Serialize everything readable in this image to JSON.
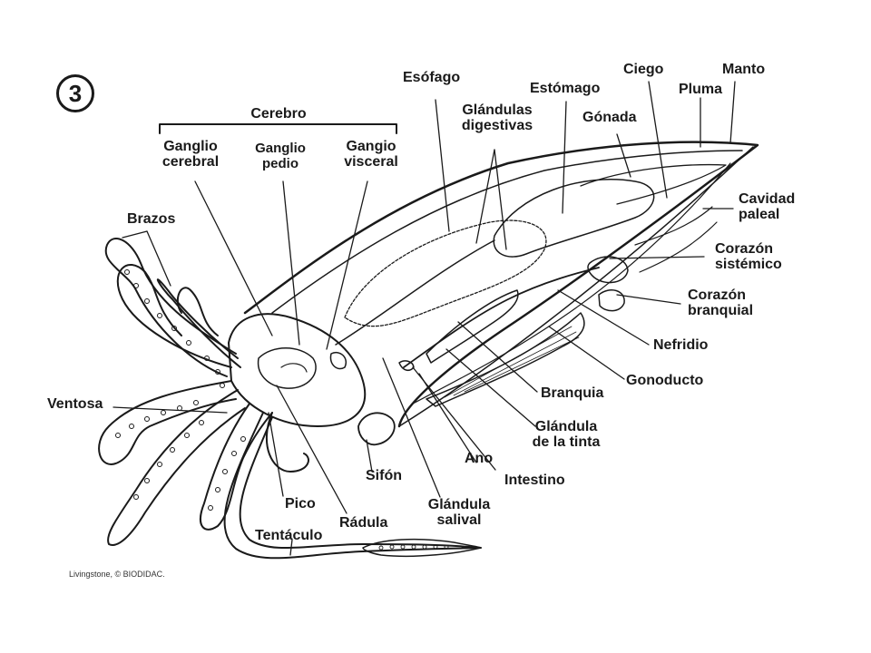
{
  "figure_number": "3",
  "credit": "Livingstone, © BIODIDAC.",
  "group_label": "Cerebro",
  "labels": {
    "ganglio_cerebral": "Ganglio\ncerebral",
    "ganglio_pedio": "Ganglio\npedio",
    "gangio_visceral": "Gangio\nvisceral",
    "esofago": "Esófago",
    "glandulas_digestivas": "Glándulas\ndigestivas",
    "estomago": "Estómago",
    "ciego": "Ciego",
    "manto": "Manto",
    "pluma": "Pluma",
    "gonada": "Gónada",
    "cavidad_paleal": "Cavidad\npaleal",
    "corazon_sistemico": "Corazón\nsistémico",
    "corazon_branquial": "Corazón\nbranquial",
    "nefridio": "Nefridio",
    "gonoducto": "Gonoducto",
    "branquia": "Branquia",
    "glandula_tinta": "Glándula\nde la tinta",
    "ano": "Ano",
    "intestino": "Intestino",
    "sifon": "Sifón",
    "glandula_salival": "Glándula\nsalival",
    "radula": "Rádula",
    "pico": "Pico",
    "tentaculo": "Tentáculo",
    "ventosa": "Ventosa",
    "brazos": "Brazos"
  },
  "colors": {
    "ink": "#1a1a1a",
    "paper": "#ffffff"
  }
}
